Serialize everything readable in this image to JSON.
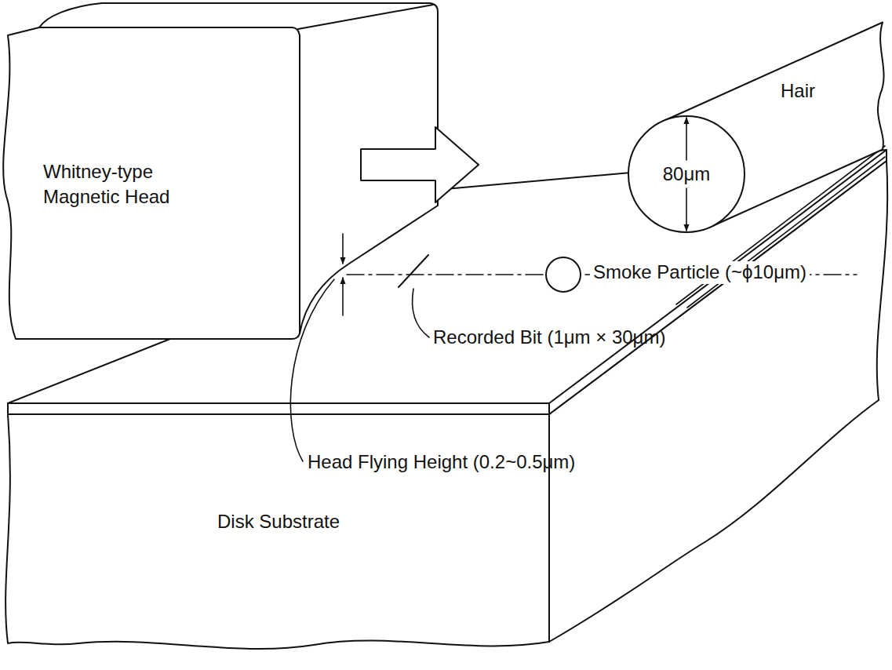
{
  "diagram": {
    "nodes": [
      {
        "text": [
          "Whitney-type Magnetic Head"
        ]
      },
      {
        "text": [
          "Hair",
          "80μm"
        ]
      },
      {
        "text": [
          "Disk Substrate"
        ]
      }
    ],
    "labels": [
      "Smoke Particle (~ϕ10μm)",
      "Recorded Bit (1μm × 30μm)",
      "Head Flying Height (0.2~0.5μm)"
    ]
  }
}
